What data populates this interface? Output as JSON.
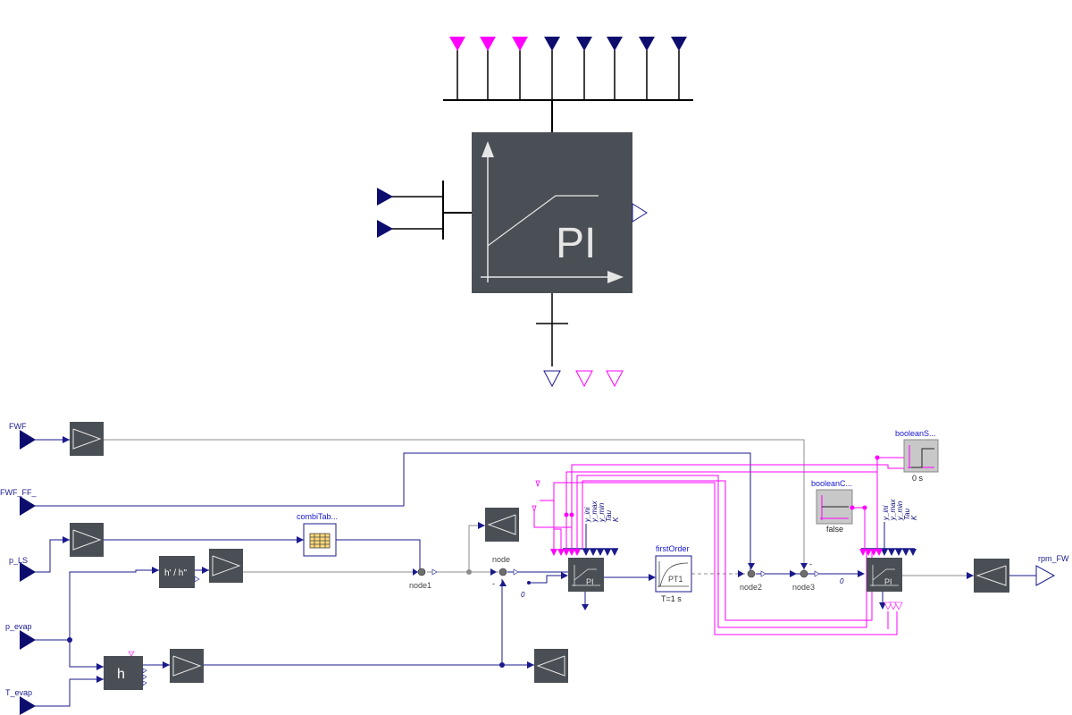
{
  "colors": {
    "block": "#4a4f55",
    "signal": "#1a1a8c",
    "boolean": "#ff00ff",
    "wire_gray": "#8c8c8c"
  },
  "icon_block": {
    "label": "PI"
  },
  "inputs": [
    {
      "label": "FWF"
    },
    {
      "label": "FWF_FF_"
    },
    {
      "label": "p_LS"
    },
    {
      "label": "p_evap"
    },
    {
      "label": "T_evap"
    }
  ],
  "output": {
    "label": "rpm_FW"
  },
  "components": {
    "combi_table": {
      "label": "combiTab..."
    },
    "hp_hpp": {
      "label": "h' / h''"
    },
    "enthalpy": {
      "label": "h"
    },
    "node": {
      "label": "node"
    },
    "node1": {
      "label": "node1"
    },
    "node2": {
      "label": "node2"
    },
    "node3": {
      "label": "node3"
    },
    "pi1": {
      "label": "PI",
      "const_in": "0"
    },
    "pi2": {
      "label": "PI",
      "const_in": "0"
    },
    "first_order": {
      "label": "firstOrder",
      "icon_text": "PT1",
      "param": "T=1 s"
    },
    "boolean_step": {
      "label": "booleanS...",
      "param": "0 s"
    },
    "boolean_const": {
      "label": "booleanC...",
      "param": "false"
    }
  },
  "pi_params": [
    "K",
    "Tau",
    "y_min",
    "y_max",
    "y_ini"
  ],
  "node_signs": {
    "minus": "-",
    "plus": "+"
  }
}
